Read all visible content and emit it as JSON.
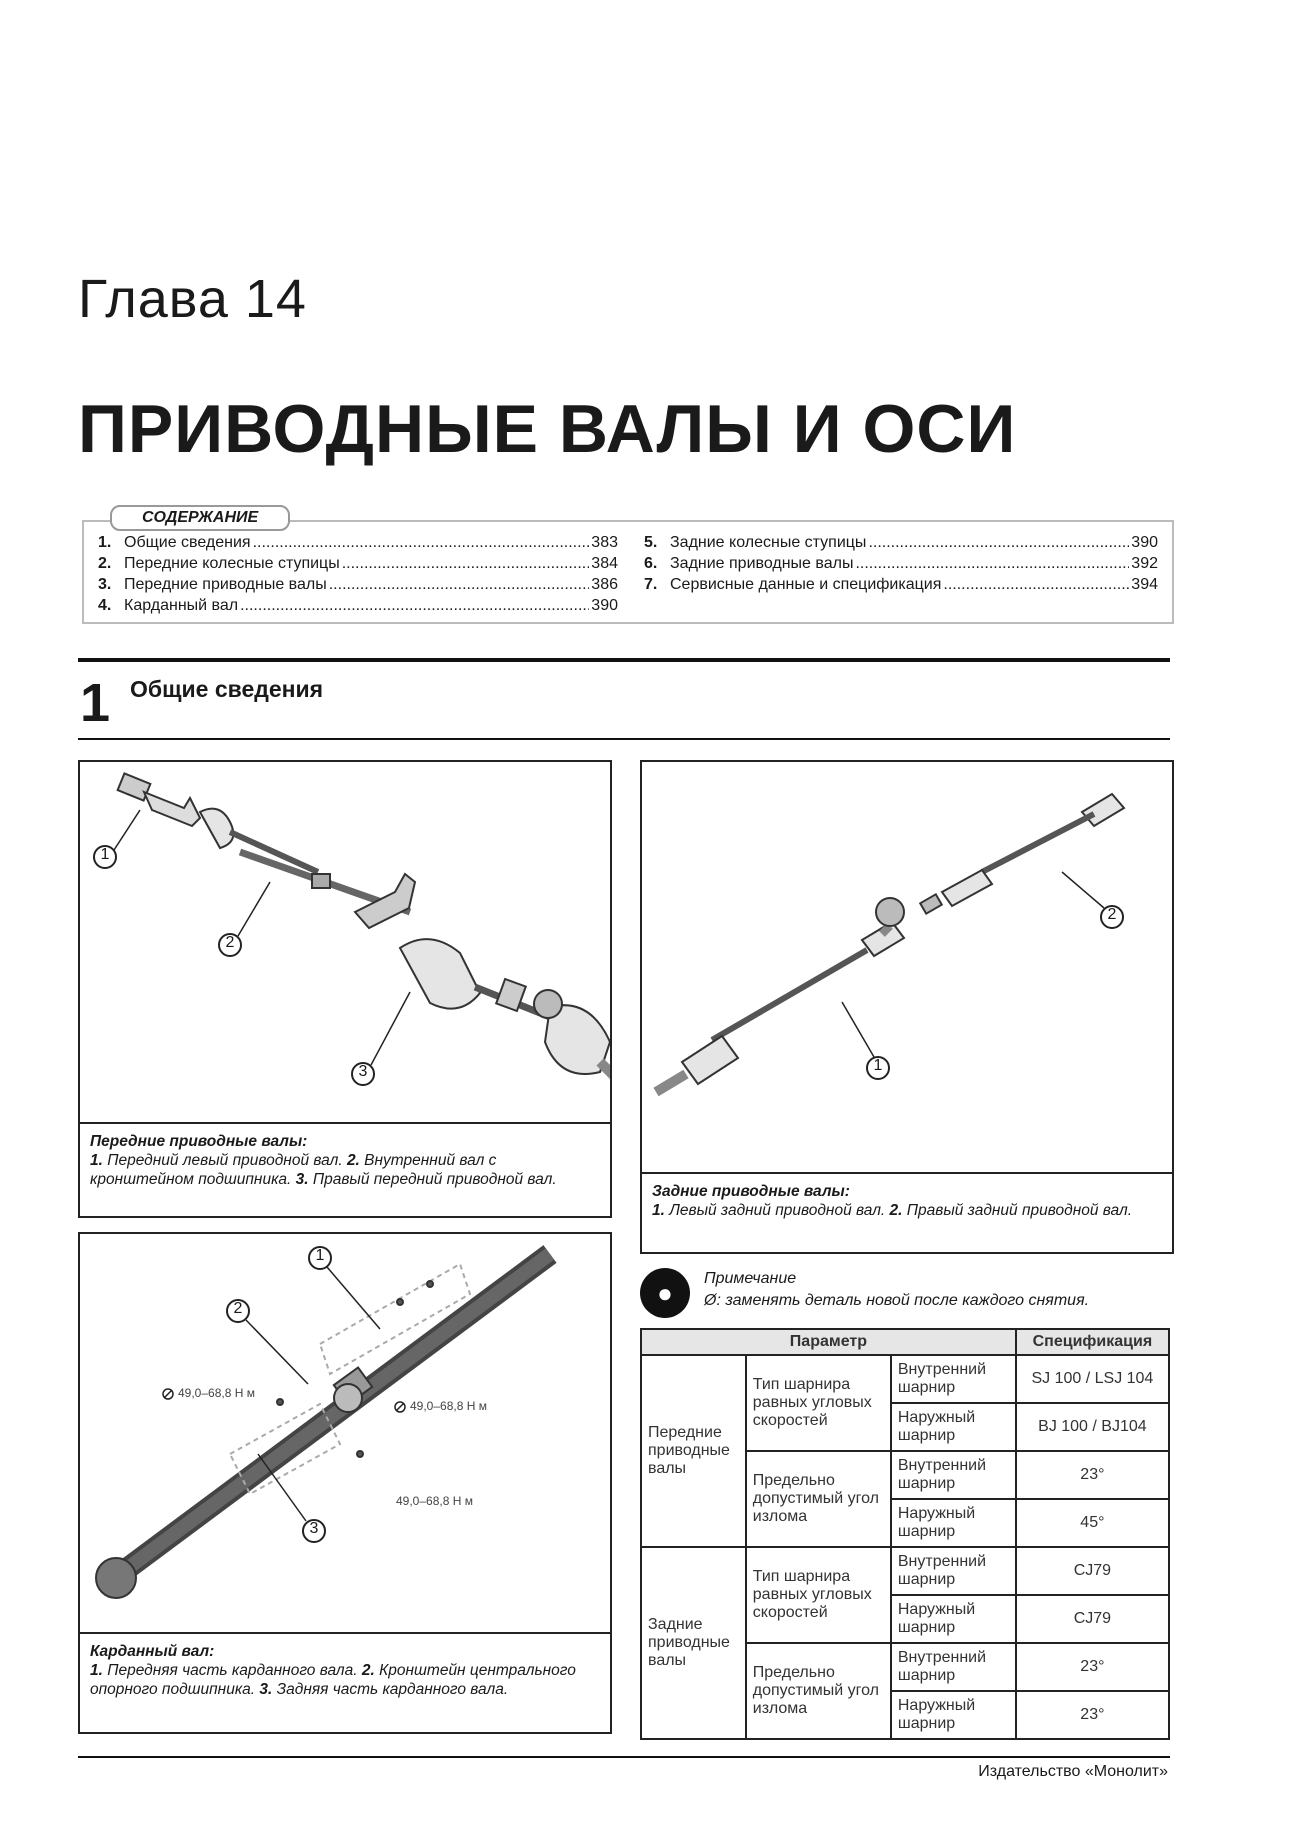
{
  "chapter": "Глава 14",
  "title": "ПРИВОДНЫЕ ВАЛЫ И ОСИ",
  "toc": {
    "label": "СОДЕРЖАНИЕ",
    "left": [
      {
        "num": "1.",
        "label": "Общие сведения",
        "page": "383"
      },
      {
        "num": "2.",
        "label": "Передние колесные ступицы",
        "page": "384"
      },
      {
        "num": "3.",
        "label": "Передние приводные валы",
        "page": "386"
      },
      {
        "num": "4.",
        "label": "Карданный вал",
        "page": "390"
      }
    ],
    "right": [
      {
        "num": "5.",
        "label": "Задние колесные ступицы",
        "page": "390"
      },
      {
        "num": "6.",
        "label": "Задние приводные валы",
        "page": "392"
      },
      {
        "num": "7.",
        "label": "Сервисные данные и спецификация",
        "page": "394"
      }
    ]
  },
  "section": {
    "number": "1",
    "title": "Общие сведения"
  },
  "figures": {
    "front": {
      "callouts": [
        "1",
        "2",
        "3"
      ],
      "caption_heading": "Передние приводные валы:",
      "caption_parts": [
        {
          "n": "1.",
          "t": " Передний левый приводной вал. "
        },
        {
          "n": "2.",
          "t": " Внутренний вал с кронштейном подшипника. "
        },
        {
          "n": "3.",
          "t": " Правый передний приводной вал."
        }
      ]
    },
    "rear": {
      "callouts": [
        "1",
        "2"
      ],
      "caption_heading": "Задние приводные валы:",
      "caption_parts": [
        {
          "n": "1.",
          "t": " Левый задний приводной вал. "
        },
        {
          "n": "2.",
          "t": " Правый задний приводной вал."
        }
      ]
    },
    "prop": {
      "callouts": [
        "1",
        "2",
        "3"
      ],
      "torque_labels": [
        "49,0–68,8 Н м",
        "49,0–68,8 Н м",
        "49,0–68,8 Н м"
      ],
      "caption_heading": "Карданный вал:",
      "caption_parts": [
        {
          "n": "1.",
          "t": " Передняя часть карданного вала. "
        },
        {
          "n": "2.",
          "t": " Кронштейн центрального опорного подшипника. "
        },
        {
          "n": "3.",
          "t": " Задняя часть карданного вала."
        }
      ]
    }
  },
  "note": {
    "heading": "Примечание",
    "text": "Ø: заменять деталь новой после каждого снятия."
  },
  "spec_table": {
    "headers": [
      "Параметр",
      "Спецификация"
    ],
    "groups": [
      {
        "name": "Передние приводные валы",
        "params": [
          {
            "name": "Тип шарнира равных угловых скоростей",
            "rows": [
              {
                "joint": "Внутренний шарнир",
                "value": "SJ 100 / LSJ 104"
              },
              {
                "joint": "Наружный шарнир",
                "value": "BJ 100 / BJ104"
              }
            ]
          },
          {
            "name": "Предельно допустимый угол излома",
            "rows": [
              {
                "joint": "Внутренний шарнир",
                "value": "23°"
              },
              {
                "joint": "Наружный шарнир",
                "value": "45°"
              }
            ]
          }
        ]
      },
      {
        "name": "Задние приводные валы",
        "params": [
          {
            "name": "Тип шарнира равных угловых скоростей",
            "rows": [
              {
                "joint": "Внутренний шарнир",
                "value": "CJ79"
              },
              {
                "joint": "Наружный шарнир",
                "value": "CJ79"
              }
            ]
          },
          {
            "name": "Предельно допустимый угол излома",
            "rows": [
              {
                "joint": "Внутренний шарнир",
                "value": "23°"
              },
              {
                "joint": "Наружный шарнир",
                "value": "23°"
              }
            ]
          }
        ]
      }
    ]
  },
  "footer": "Издательство «Монолит»"
}
